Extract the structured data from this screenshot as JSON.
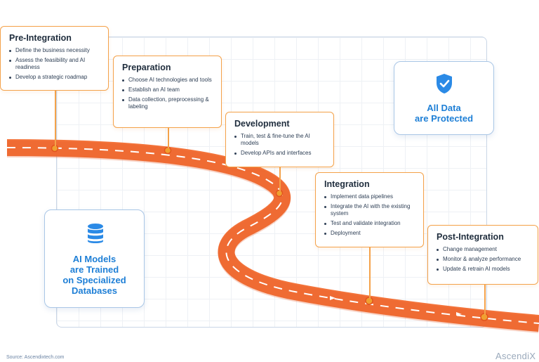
{
  "steps": [
    {
      "title": "Pre-Integration",
      "items": [
        "Define the business necessity",
        "Assess the feasibility and AI readiness",
        "Develop a strategic roadmap"
      ]
    },
    {
      "title": "Preparation",
      "items": [
        "Choose AI technologies and tools",
        "Establish an AI team",
        "Data collection, preprocessing & labeling"
      ]
    },
    {
      "title": "Development",
      "items": [
        "Train, test & fine-tune the AI models",
        "Develop APIs and interfaces"
      ]
    },
    {
      "title": "Integration",
      "items": [
        "Implement data pipelines",
        "Integrate the AI with the existing system",
        "Test and validate integration",
        "Deployment"
      ]
    },
    {
      "title": "Post-Integration",
      "items": [
        "Change management",
        "Monitor & analyze performance",
        "Update & retrain AI models"
      ]
    }
  ],
  "info_cards": {
    "protected": {
      "text": "All Data\nare Protected",
      "icon": "shield-check-icon"
    },
    "databases": {
      "text": "AI Models\nare Trained\non Specialized\nDatabases",
      "icon": "database-icon"
    }
  },
  "footer": {
    "source": "Source: Ascendixtech.com",
    "brand": "AscendiX"
  },
  "colors": {
    "road": "#f26b2f",
    "accent": "#f4a24a",
    "info_blue": "#1e7fd6",
    "card_border_blue": "#a9c6e6"
  }
}
